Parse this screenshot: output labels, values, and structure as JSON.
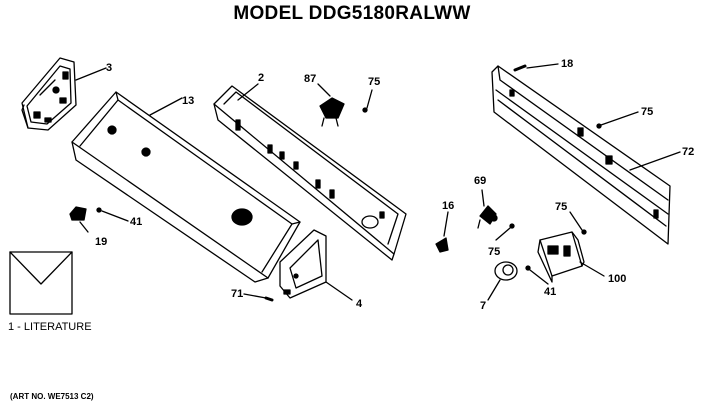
{
  "title": "MODEL DDG5180RALWW",
  "labels": {
    "p3": "3",
    "p13": "13",
    "p2": "2",
    "p87": "87",
    "p75a": "75",
    "p18": "18",
    "p75b": "75",
    "p72": "72",
    "p41a": "41",
    "p19": "19",
    "p69": "69",
    "p16": "16",
    "p75c": "75",
    "p75d": "75",
    "p71": "71",
    "p4": "4",
    "p7": "7",
    "p41b": "41",
    "p100": "100"
  },
  "literature": "1 - LITERATURE",
  "art_number": "(ART NO. WE7513 C2)"
}
